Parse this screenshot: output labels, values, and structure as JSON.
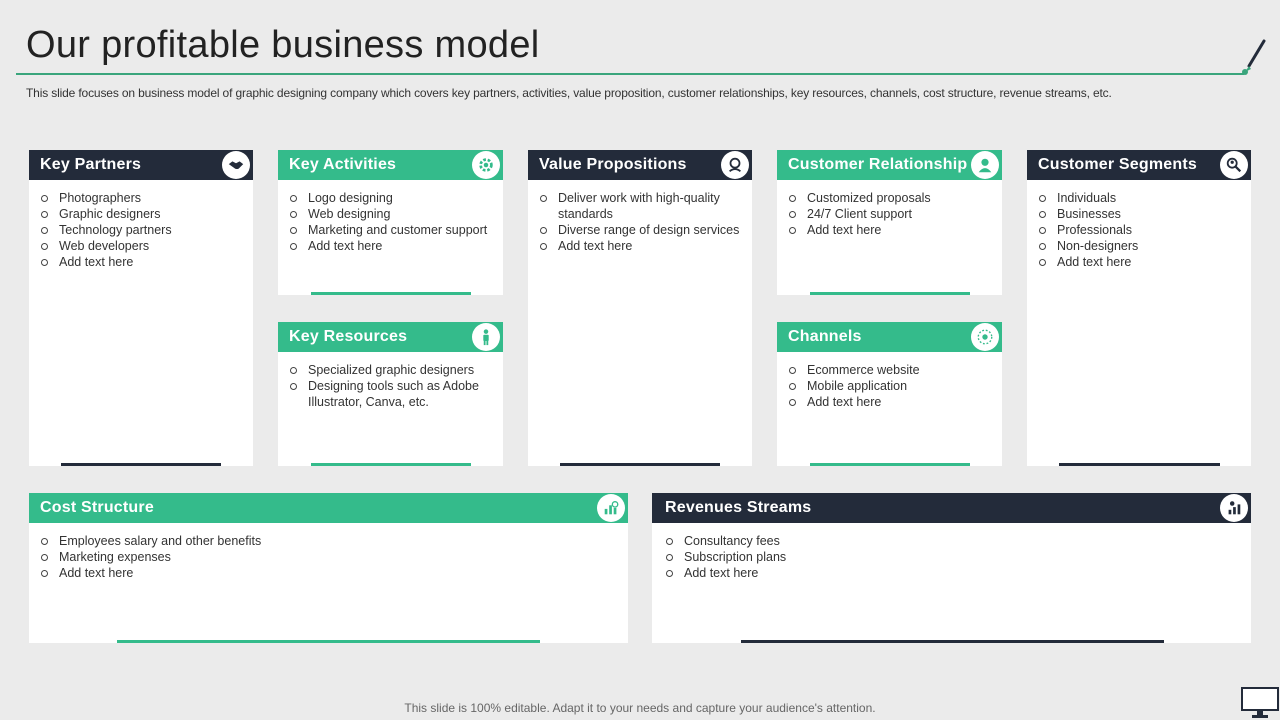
{
  "title": "Our profitable business model",
  "subtitle": "This slide focuses on business model of graphic designing company which covers key partners, activities, value proposition, customer relationships, key resources, channels, cost structure, revenue streams, etc.",
  "footer": "This slide is 100% editable. Adapt it to your needs and capture your audience's attention.",
  "colors": {
    "dark": "#232b3a",
    "green": "#34bb8b",
    "rule": "#3aa57c"
  },
  "cards": {
    "key_partners": {
      "title": "Key Partners",
      "icon": "handshake-icon",
      "items": [
        "Photographers",
        "Graphic designers",
        "Technology  partners",
        "Web developers",
        "Add text here"
      ]
    },
    "key_activities": {
      "title": "Key Activities",
      "icon": "gears-icon",
      "items": [
        "Logo designing",
        "Web designing",
        "Marketing and customer support",
        "Add text here"
      ]
    },
    "value_propositions": {
      "title": "Value Propositions",
      "icon": "value-icon",
      "items": [
        "Deliver work with high-quality standards",
        "Diverse  range of design services",
        "Add text here"
      ]
    },
    "customer_relationship": {
      "title": "Customer Relationship",
      "icon": "customer-support-icon",
      "items": [
        "Customized proposals",
        "24/7 Client support",
        "Add text here"
      ]
    },
    "customer_segments": {
      "title": "Customer Segments",
      "icon": "people-search-icon",
      "items": [
        "Individuals",
        "Businesses",
        "Professionals",
        "Non-designers",
        "Add text here"
      ]
    },
    "key_resources": {
      "title": "Key Resources",
      "icon": "person-icon",
      "items": [
        "Specialized graphic designers",
        "Designing  tools such as Adobe Illustrator, Canva,  etc."
      ]
    },
    "channels": {
      "title": "Channels",
      "icon": "network-icon",
      "items": [
        "Ecommerce website",
        "Mobile application",
        "Add text here"
      ]
    },
    "cost_structure": {
      "title": "Cost Structure",
      "icon": "cost-icon",
      "items": [
        "Employees salary and other benefits",
        "Marketing expenses",
        "Add text here"
      ]
    },
    "revenue_streams": {
      "title": "Revenues Streams",
      "icon": "revenue-chart-icon",
      "items": [
        "Consultancy fees",
        "Subscription plans",
        "Add text here"
      ]
    }
  }
}
